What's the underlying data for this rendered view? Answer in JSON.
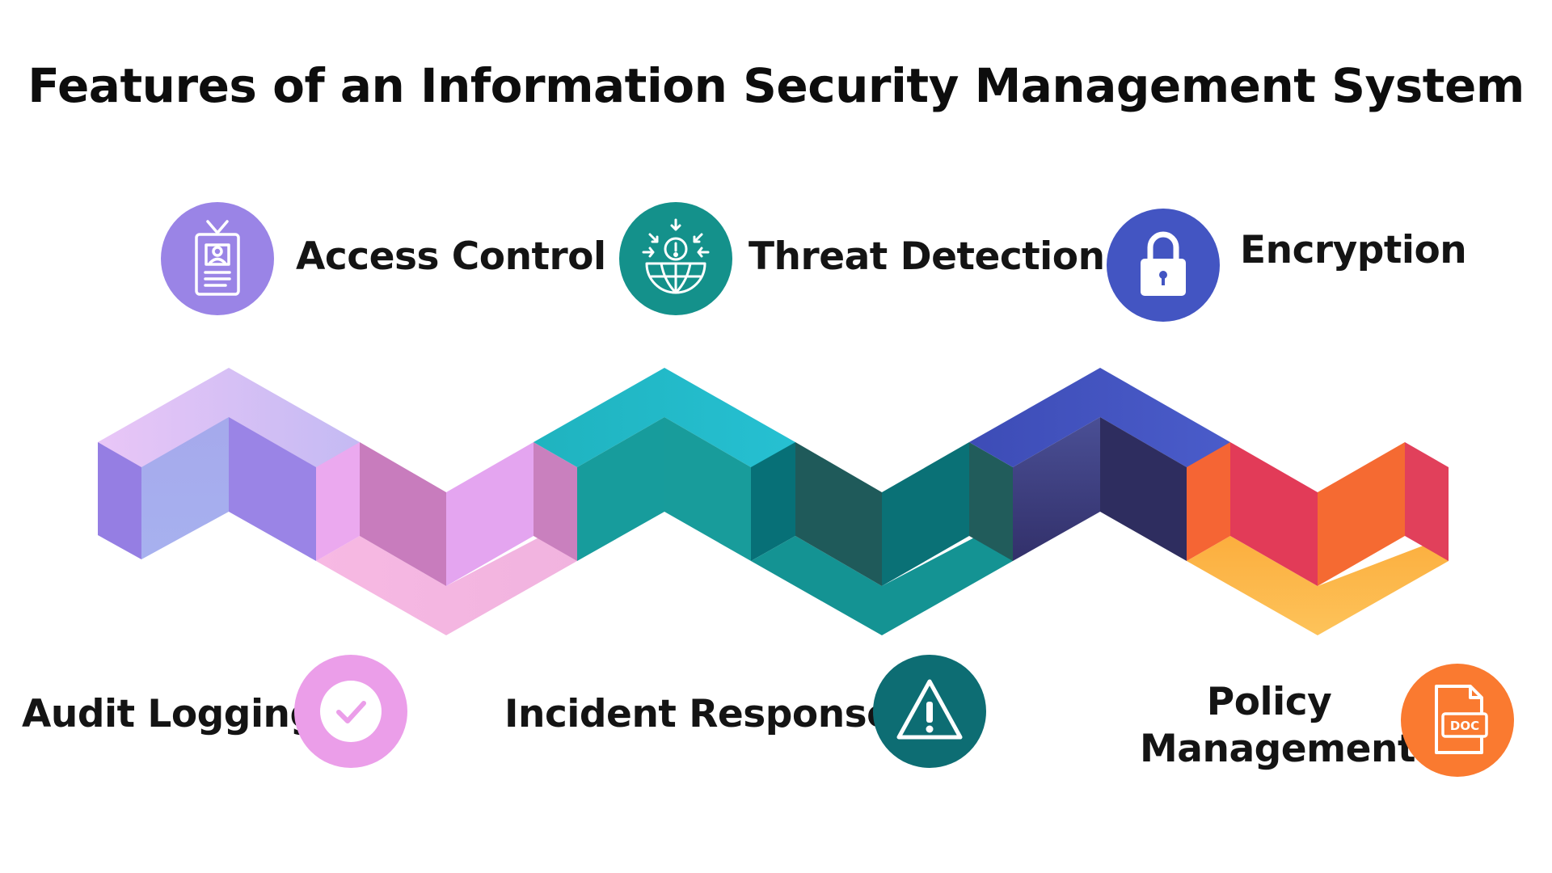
{
  "title": "Features of an Information Security Management System",
  "features": {
    "access_control": {
      "label": "Access Control",
      "icon": "id-badge-icon",
      "color": "#9a84e6"
    },
    "threat_detection": {
      "label": "Threat Detection",
      "icon": "globe-alert-icon",
      "color": "#14918b"
    },
    "encryption": {
      "label": "Encryption",
      "icon": "padlock-icon",
      "color": "#4355c2"
    },
    "audit_logging": {
      "label": "Audit Logging",
      "icon": "checkmark-icon",
      "color": "#eb9ee9"
    },
    "incident_response": {
      "label": "Incident Response",
      "icon": "warning-triangle-icon",
      "color": "#0d6d73"
    },
    "policy_management": {
      "label_line1": "Policy",
      "label_line2": "Management",
      "icon": "doc-file-icon",
      "color": "#fa7a30"
    }
  }
}
